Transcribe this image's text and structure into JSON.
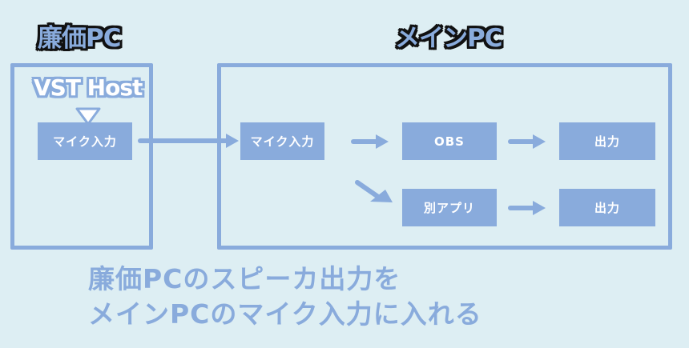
{
  "colors": {
    "background": "#ddeef3",
    "accent": "#89abdc",
    "title_outline": "#111111",
    "node_text": "#ffffff"
  },
  "left_pc": {
    "title": "廉価PC",
    "host_label": "VST Host",
    "nodes": {
      "mic_input": "マイク入力"
    }
  },
  "main_pc": {
    "title": "メインPC",
    "nodes": {
      "mic_input": "マイク入力",
      "obs": "OBS",
      "output_1": "出力",
      "other_app": "別アプリ",
      "output_2": "出力"
    }
  },
  "caption": {
    "line1": "廉価PCのスピーカ出力を",
    "line2": "メインPCのマイク入力に入れる"
  },
  "icons": {
    "down_triangle": "down-triangle-icon",
    "arrow": "arrow-right-icon"
  }
}
